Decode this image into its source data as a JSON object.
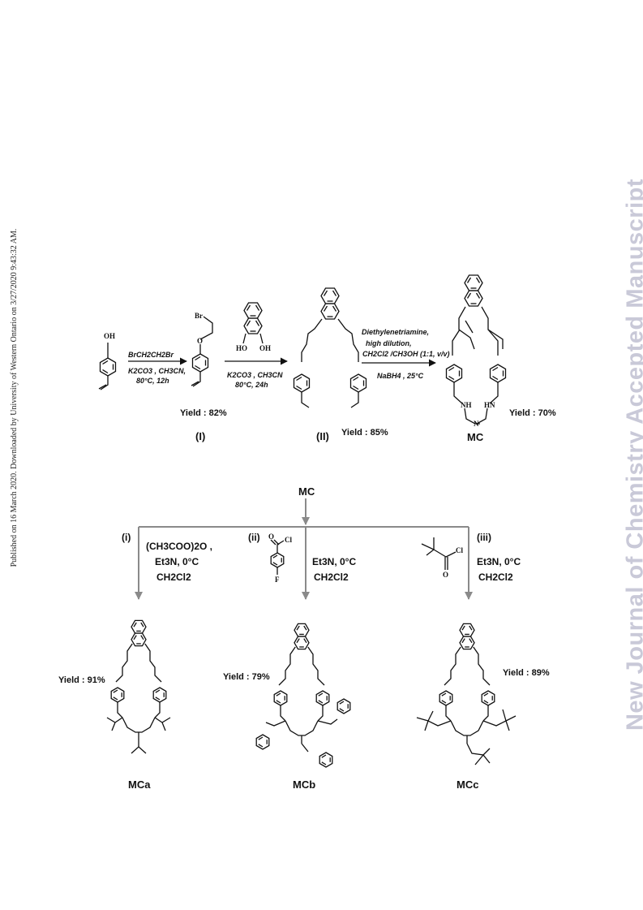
{
  "side_text_left": "Published on 16 March 2020. Downloaded by University of Western Ontario on 3/27/2020 9:43:32 AM.",
  "side_text_right": "New Journal of Chemistry Accepted Manuscript",
  "step1": {
    "reagent": "BrCH2CH2Br",
    "conditions_1": "K2CO3 , CH3CN,",
    "conditions_2": "80°C, 12h",
    "yield": "Yield : 82%",
    "compound": "(I)"
  },
  "step2": {
    "reagent_atoms": [
      "HO",
      "OH"
    ],
    "conditions_1": "K2CO3 , CH3CN",
    "conditions_2": "80°C, 24h",
    "yield": "Yield : 85%",
    "compound": "(II)"
  },
  "step3": {
    "line1": "Diethylenetriamine,",
    "line2": "high dilution,",
    "line3": "CH2Cl2 /CH3OH (1:1, v/v)",
    "line4": "NaBH4 , 25°C",
    "yield": "Yield : 70%",
    "compound": "MC"
  },
  "branch_top": "MC",
  "route_i": {
    "tag": "(i)",
    "reagent": "(CH3COO)2O ,",
    "base": "Et3N, 0°C",
    "solvent": "CH2Cl2",
    "yield": "Yield : 91%",
    "product": "MCa"
  },
  "route_ii": {
    "tag": "(ii)",
    "reagent_atoms": [
      "O",
      "Cl",
      "F"
    ],
    "base": "Et3N, 0°C",
    "solvent": "CH2Cl2",
    "yield": "Yield : 79%",
    "product": "MCb"
  },
  "route_iii": {
    "tag": "(iii)",
    "reagent_atoms": [
      "Cl",
      "O"
    ],
    "base": "Et3N, 0°C",
    "solvent": "CH2Cl2",
    "yield": "Yield : 89%",
    "product": "MCc"
  },
  "atom_labels": {
    "oh": "OH",
    "br": "Br",
    "o": "O",
    "nh": "NH",
    "hn": "HN",
    "n_center": "N",
    "n": "N",
    "f": "F"
  }
}
